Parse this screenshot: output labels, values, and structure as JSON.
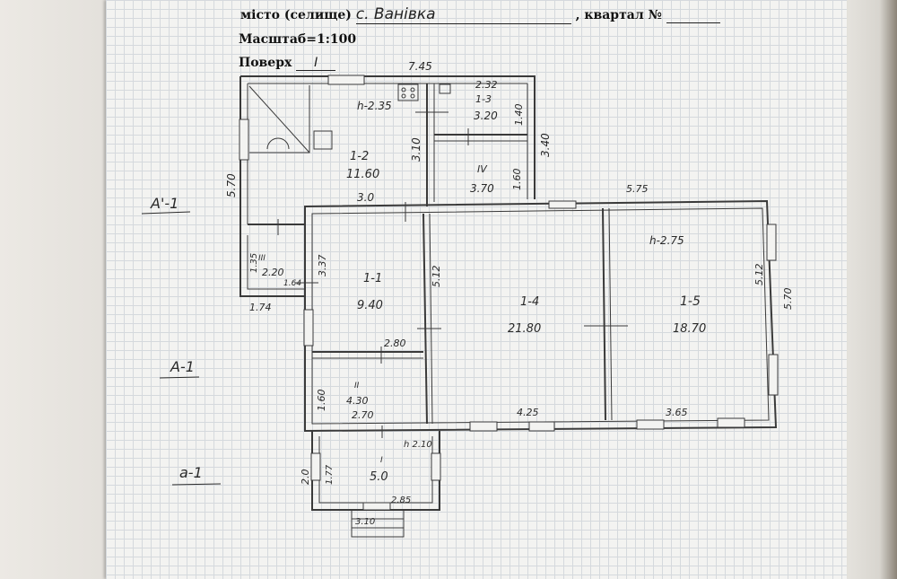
{
  "header": {
    "city_label": "місто (селище)",
    "city_value": "с. Ванівка",
    "quarter_label": ", квартал №",
    "scale": "Масштаб=1:100",
    "floor_label": "Поверх",
    "floor_value": "I"
  },
  "markers": {
    "a1_upper": "А'-1",
    "a1_mid": "А-1",
    "a1_lower": "а-1"
  },
  "plan": {
    "dims": {
      "top_width": "7.45",
      "left_height": "5.70",
      "right_height": "3.40",
      "wall_3_0": "3.0",
      "ext_top_width": "5.75",
      "ext_right_height": "5.70",
      "left_bottom": "1.74",
      "small_1_64": "1.64",
      "bottom_4_25": "4.25",
      "bottom_3_65": "3.65",
      "porch_left": "2.0",
      "porch_bottom": "3.10"
    },
    "rooms": [
      {
        "id": "1-2",
        "area": "11.60"
      },
      {
        "id": "1-3",
        "area": "3.20",
        "dim_a": "2.32",
        "dim_b": "1.40"
      },
      {
        "id": "IV",
        "area": "3.70",
        "dim_a": "1.60"
      },
      {
        "id": "III",
        "area": "2.20",
        "dim_a": "1.35"
      },
      {
        "id": "1-1",
        "area": "9.40",
        "dim_a": "3.37",
        "dim_b": "2.80"
      },
      {
        "id": "1-4",
        "area": "21.80",
        "dim_a": "5.12"
      },
      {
        "id": "1-5",
        "area": "18.70",
        "dim_a": "5.12"
      },
      {
        "id": "II",
        "area": "4.30",
        "dim_a": "1.60",
        "dim_b": "2.70"
      },
      {
        "id": "I",
        "area": "5.0",
        "dim_a": "1.77",
        "dim_b": "2.85"
      }
    ],
    "heights": {
      "h1": "h-2.35",
      "h2": "h-2.75",
      "h3": "h 2.10"
    },
    "inner_dims": {
      "d310": "3.10"
    }
  }
}
